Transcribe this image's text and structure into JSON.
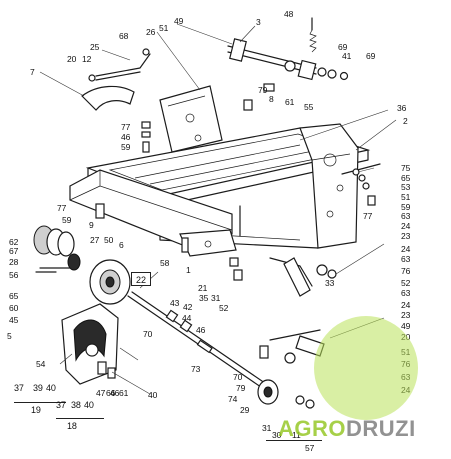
{
  "callouts": [
    {
      "id": "c3",
      "text": "3"
    },
    {
      "id": "c48",
      "text": "48"
    },
    {
      "id": "c49",
      "text": "49"
    },
    {
      "id": "c51",
      "text": "51"
    },
    {
      "id": "c26",
      "text": "26"
    },
    {
      "id": "c68",
      "text": "68"
    },
    {
      "id": "c25",
      "text": "25"
    },
    {
      "id": "c20",
      "text": "20"
    },
    {
      "id": "c12",
      "text": "12"
    },
    {
      "id": "c7",
      "text": "7"
    },
    {
      "id": "c69a",
      "text": "69"
    },
    {
      "id": "c41",
      "text": "41"
    },
    {
      "id": "c69b",
      "text": "69"
    },
    {
      "id": "c79",
      "text": "79"
    },
    {
      "id": "c8",
      "text": "8"
    },
    {
      "id": "c61",
      "text": "61"
    },
    {
      "id": "c55",
      "text": "55"
    },
    {
      "id": "c36",
      "text": "36"
    },
    {
      "id": "c2",
      "text": "2"
    },
    {
      "id": "c77a",
      "text": "77"
    },
    {
      "id": "c46",
      "text": "46"
    },
    {
      "id": "c59a",
      "text": "59"
    },
    {
      "id": "c75",
      "text": "75"
    },
    {
      "id": "c65a",
      "text": "65"
    },
    {
      "id": "c53",
      "text": "53"
    },
    {
      "id": "c51b",
      "text": "51"
    },
    {
      "id": "c59b",
      "text": "59"
    },
    {
      "id": "c77b",
      "text": "77"
    },
    {
      "id": "c77c",
      "text": "77"
    },
    {
      "id": "c63a",
      "text": "63"
    },
    {
      "id": "c59c",
      "text": "59"
    },
    {
      "id": "c9",
      "text": "9"
    },
    {
      "id": "c27",
      "text": "27"
    },
    {
      "id": "c50",
      "text": "50"
    },
    {
      "id": "c6",
      "text": "6"
    },
    {
      "id": "c24a",
      "text": "24"
    },
    {
      "id": "c23a",
      "text": "23"
    },
    {
      "id": "c62",
      "text": "62"
    },
    {
      "id": "c67",
      "text": "67"
    },
    {
      "id": "c28",
      "text": "28"
    },
    {
      "id": "c56",
      "text": "56"
    },
    {
      "id": "c58",
      "text": "58"
    },
    {
      "id": "c1",
      "text": "1"
    },
    {
      "id": "c24b",
      "text": "24"
    },
    {
      "id": "c63b",
      "text": "63"
    },
    {
      "id": "c76a",
      "text": "76"
    },
    {
      "id": "c21",
      "text": "21"
    },
    {
      "id": "c35",
      "text": "35"
    },
    {
      "id": "c31",
      "text": "31"
    },
    {
      "id": "c52a",
      "text": "52"
    },
    {
      "id": "c33",
      "text": "33"
    },
    {
      "id": "c52b",
      "text": "52"
    },
    {
      "id": "c63c",
      "text": "63"
    },
    {
      "id": "c65b",
      "text": "65"
    },
    {
      "id": "c60",
      "text": "60"
    },
    {
      "id": "c45",
      "text": "45"
    },
    {
      "id": "c43",
      "text": "43"
    },
    {
      "id": "c42",
      "text": "42"
    },
    {
      "id": "c44",
      "text": "44"
    },
    {
      "id": "c46b",
      "text": "46"
    },
    {
      "id": "c70a",
      "text": "70"
    },
    {
      "id": "c5",
      "text": "5"
    },
    {
      "id": "c24c",
      "text": "24"
    },
    {
      "id": "c23b",
      "text": "23"
    },
    {
      "id": "c49b",
      "text": "49"
    },
    {
      "id": "c20b",
      "text": "20"
    },
    {
      "id": "c51c",
      "text": "51"
    },
    {
      "id": "c76b",
      "text": "76"
    },
    {
      "id": "c54",
      "text": "54"
    },
    {
      "id": "c73",
      "text": "73"
    },
    {
      "id": "c70b",
      "text": "70"
    },
    {
      "id": "c63d",
      "text": "63"
    },
    {
      "id": "c24d",
      "text": "24"
    },
    {
      "id": "c47",
      "text": "47"
    },
    {
      "id": "c66",
      "text": "66"
    },
    {
      "id": "c46c",
      "text": "46"
    },
    {
      "id": "c61b",
      "text": "61"
    },
    {
      "id": "c40",
      "text": "40"
    },
    {
      "id": "c79b",
      "text": "79"
    },
    {
      "id": "c29",
      "text": "29"
    },
    {
      "id": "c74",
      "text": "74"
    },
    {
      "id": "c30",
      "text": "30"
    },
    {
      "id": "c31b",
      "text": "31"
    },
    {
      "id": "c11",
      "text": "11"
    },
    {
      "id": "c57",
      "text": "57"
    },
    {
      "id": "c37a",
      "text": "37"
    },
    {
      "id": "c39",
      "text": "39"
    },
    {
      "id": "c40b",
      "text": "40"
    },
    {
      "id": "c19",
      "text": "19"
    },
    {
      "id": "c37b",
      "text": "37"
    },
    {
      "id": "c38",
      "text": "38"
    },
    {
      "id": "c40c",
      "text": "40"
    },
    {
      "id": "c18",
      "text": "18"
    }
  ],
  "highlighted_part": "22",
  "watermark": {
    "prefix": "AGRO",
    "suffix": "DRUZI"
  }
}
